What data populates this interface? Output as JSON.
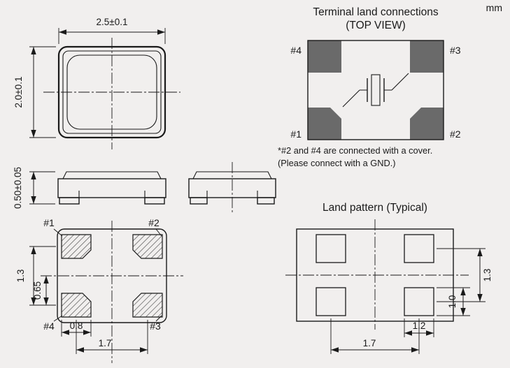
{
  "unit_label": "mm",
  "package_top_view": {
    "dim_width": "2.5±0.1",
    "dim_height": "2.0±0.1"
  },
  "terminal_land_connections": {
    "title": "Terminal land connections",
    "subtitle": "(TOP VIEW)",
    "pins": {
      "top_left": "#4",
      "top_right": "#3",
      "bottom_left": "#1",
      "bottom_right": "#2"
    },
    "note_line1": "*#2 and #4 are connected with a cover.",
    "note_line2": "(Please connect with a GND.)"
  },
  "side_view": {
    "dim_height": "0.50±0.05"
  },
  "bottom_view": {
    "pins": {
      "top_left": "#1",
      "top_right": "#2",
      "bottom_left": "#4",
      "bottom_right": "#3"
    },
    "dim_pad_pitch_vertical": "1.3",
    "dim_pad_offset_vertical": "0.65",
    "dim_pad_width": "0.8",
    "dim_pad_pitch_horizontal": "1.7"
  },
  "land_pattern": {
    "title": "Land pattern (Typical)",
    "dim_pad_pitch_vertical": "1.3",
    "dim_pad_height": "1.0",
    "dim_pad_width": "1.2",
    "dim_pad_pitch_horizontal": "1.7"
  },
  "colors": {
    "background": "#f1efee",
    "line": "#1a1a1a",
    "pad_fill": "#6a6a6a"
  }
}
